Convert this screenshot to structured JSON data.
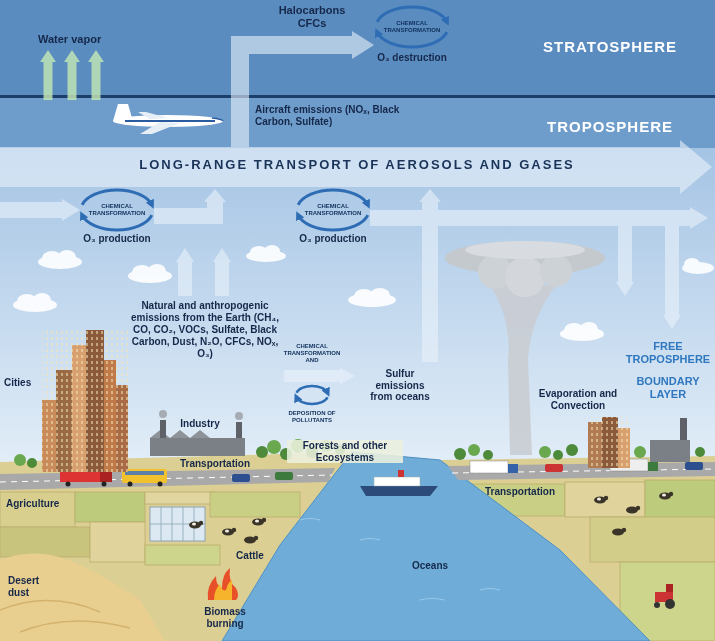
{
  "diagram": {
    "labels": [
      "Water vapor",
      "Halocarbons CFCs",
      "CHEMICAL TRANSFORMATION",
      "STRATOSPHERE",
      "O₃ destruction",
      "Aircraft emissions (NOₓ, Black Carbon, Sulfate)",
      "TROPOSPHERE",
      "LONG-RANGE TRANSPORT OF AEROSOLS AND GASES",
      "CHEMICAL TRANSFORMATION",
      "O₃ production",
      "CHEMICAL TRANSFORMATION",
      "O₃ production",
      "Natural and anthropogenic emissions from the Earth (CH₄, CO, CO₂, VOCs, Sulfate, Black Carbon, Dust, N₂O, CFCs, NOₓ, O₃)",
      "CHEMICAL TRANSFORMATION AND",
      "DEPOSITION OF POLLUTANTS",
      "Sulfur emissions from oceans",
      "Evaporation and Convection",
      "FREE TROPOSPHERE",
      "BOUNDARY LAYER",
      "Cities",
      "Industry",
      "Forests and other Ecosystems",
      "Transportation",
      "Agriculture",
      "Transportation",
      "Cattle",
      "Oceans",
      "Desert dust",
      "Biomass burning"
    ]
  }
}
